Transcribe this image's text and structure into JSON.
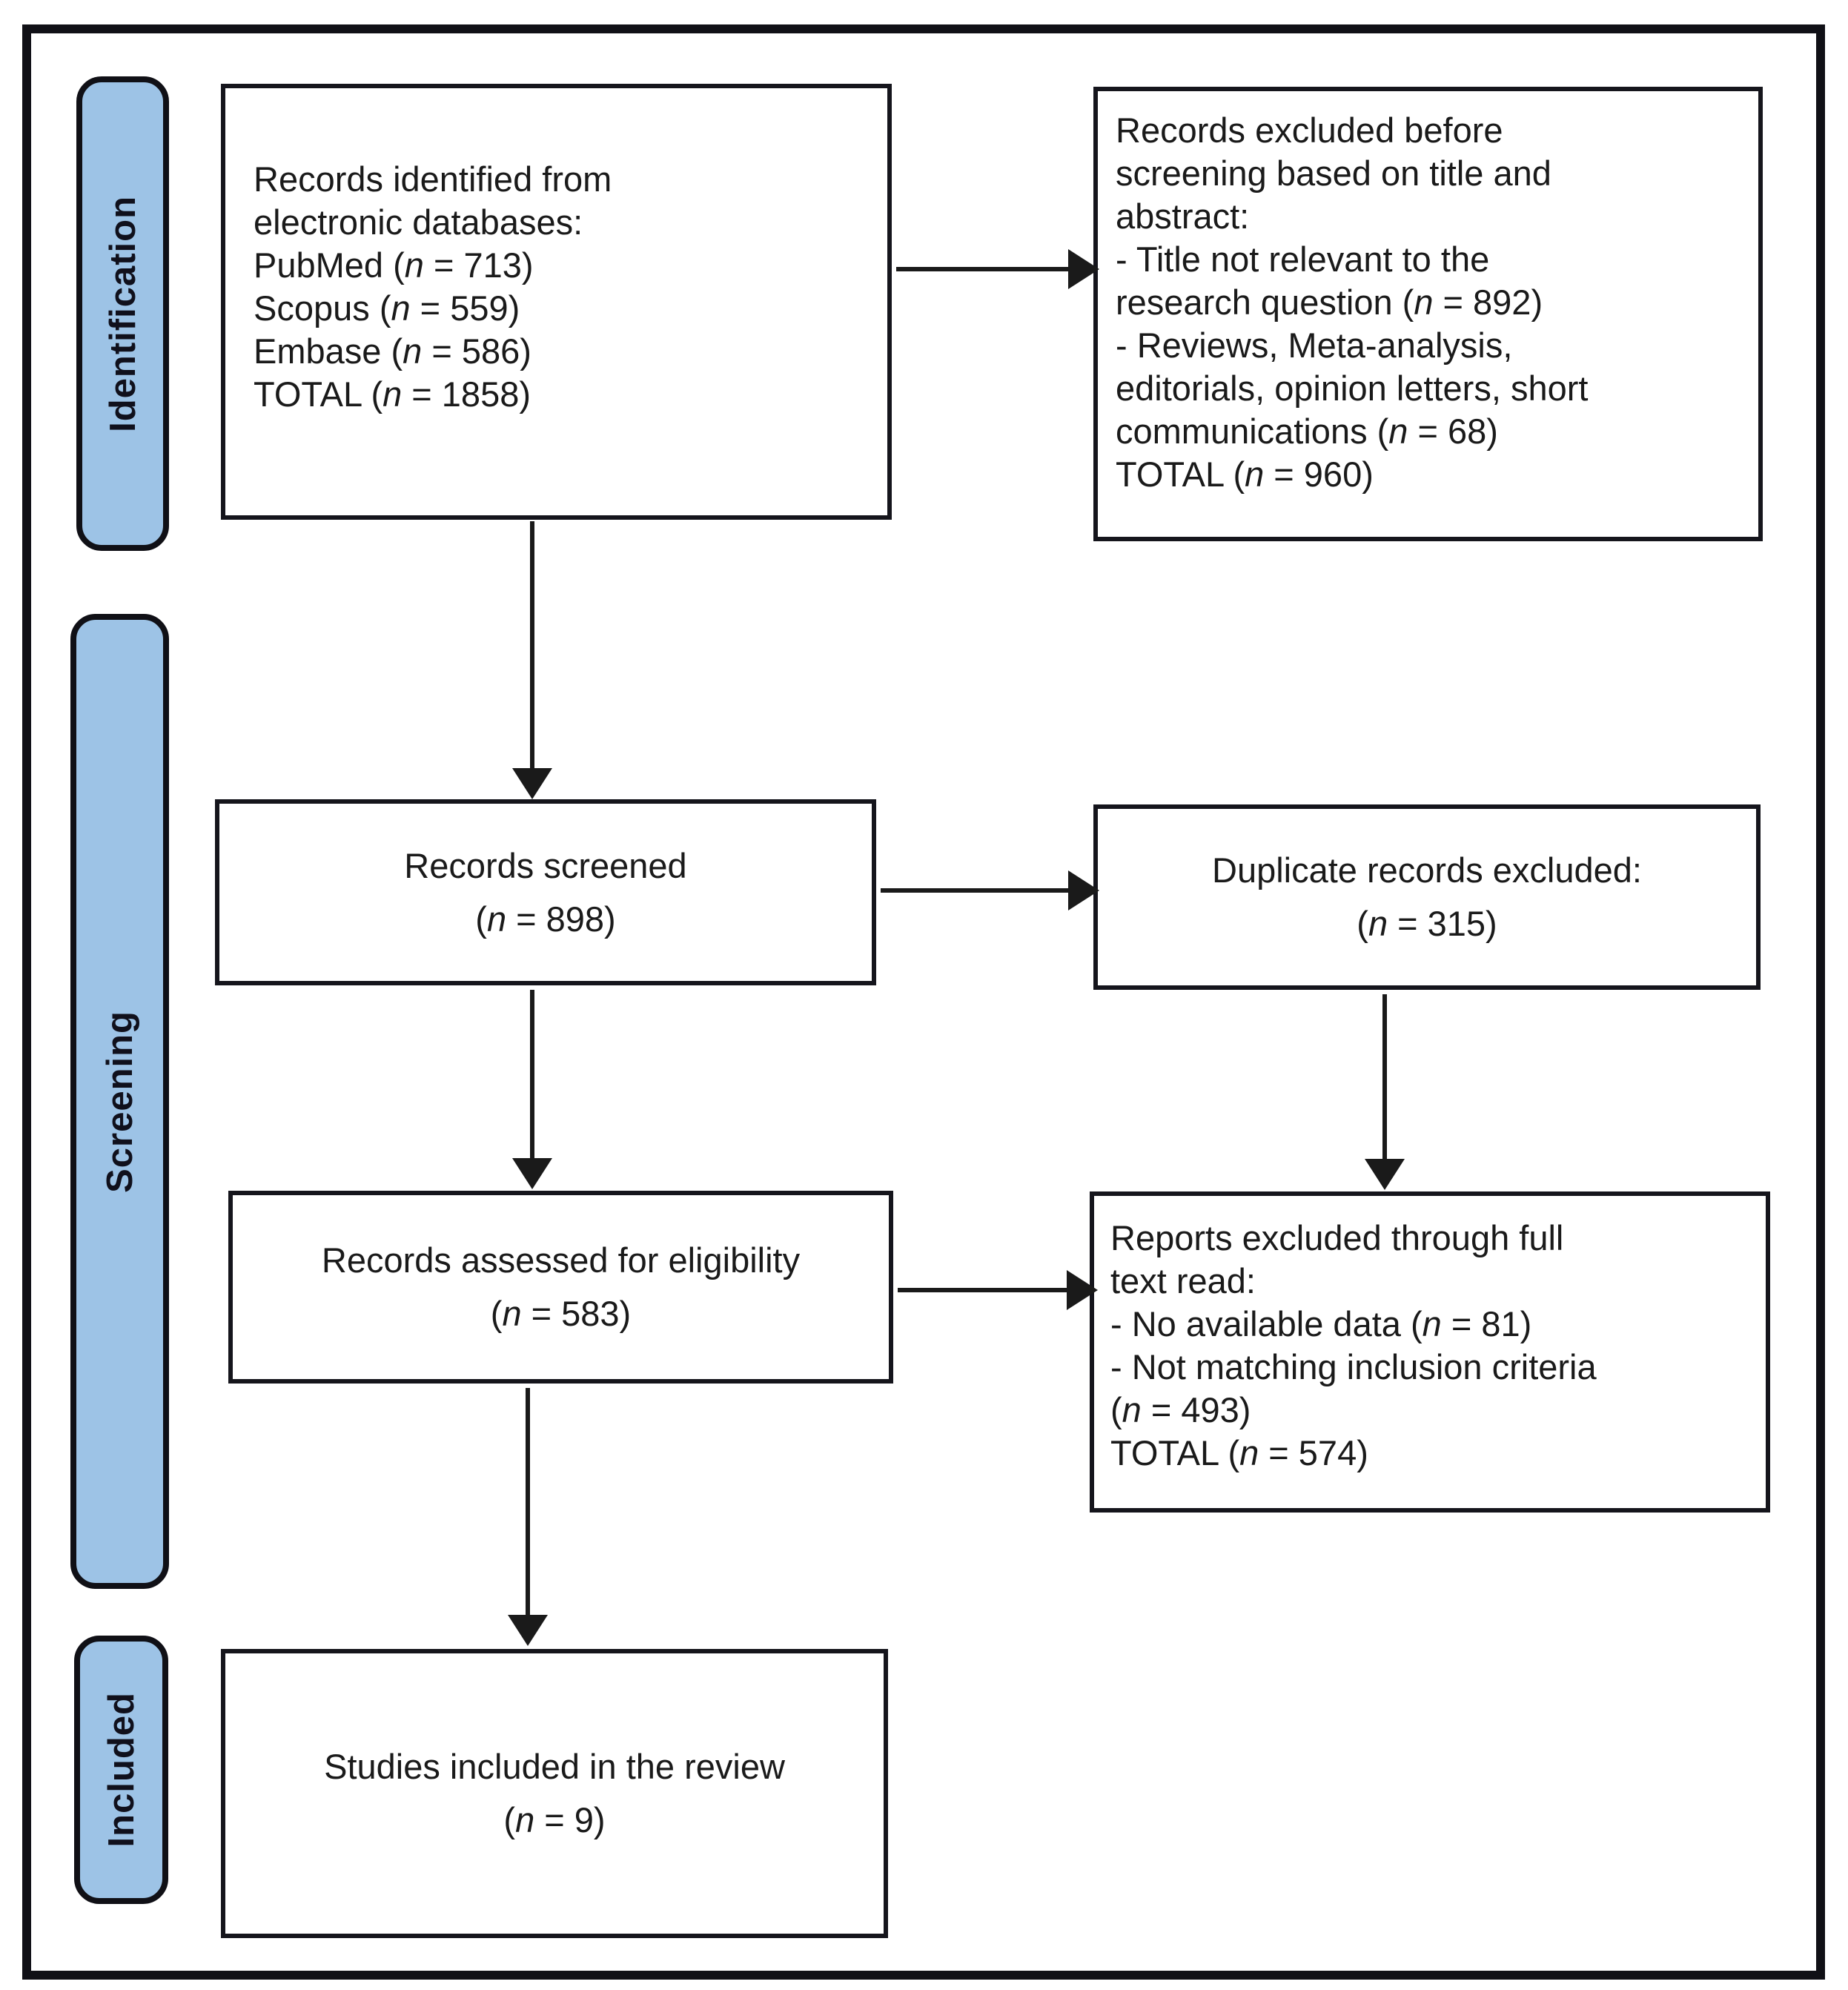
{
  "palette": {
    "stage_fill": "#9DC3E6",
    "ink": "#101016",
    "arrow": "#1a1a1a",
    "background": "#ffffff"
  },
  "stages": {
    "identification": "Identification",
    "screening": "Screening",
    "included": "Included"
  },
  "boxes": {
    "identified": {
      "lines": [
        {
          "pre": "Records identified from"
        },
        {
          "pre": "electronic databases:"
        },
        {
          "pre": "PubMed (",
          "n": "n",
          "post": " = 713)"
        },
        {
          "pre": "Scopus (",
          "n": "n",
          "post": " = 559)"
        },
        {
          "pre": "Embase (",
          "n": "n",
          "post": " = 586)"
        },
        {
          "pre": "TOTAL (",
          "n": "n",
          "post": " = 1858)"
        }
      ]
    },
    "excluded_before_screening": {
      "lines": [
        {
          "pre": "Records excluded before"
        },
        {
          "pre": "screening based on title and"
        },
        {
          "pre": "abstract:"
        },
        {
          "pre": "- Title not relevant to the"
        },
        {
          "pre": "research question (",
          "n": "n",
          "post": " = 892)"
        },
        {
          "pre": "- Reviews, Meta-analysis,"
        },
        {
          "pre": "editorials, opinion letters, short"
        },
        {
          "pre": "communications (",
          "n": "n",
          "post": " = 68)"
        },
        {
          "pre": "TOTAL (",
          "n": "n",
          "post": " = 960)"
        }
      ]
    },
    "screened": {
      "lines": [
        {
          "pre": "Records screened"
        },
        {
          "pre": "(",
          "n": "n",
          "post": " = 898)"
        }
      ]
    },
    "duplicates_excluded": {
      "lines": [
        {
          "pre": "Duplicate records excluded:"
        },
        {
          "pre": "(",
          "n": "n",
          "post": " = 315)"
        }
      ]
    },
    "assessed": {
      "lines": [
        {
          "pre": "Records assessed for eligibility"
        },
        {
          "pre": "(",
          "n": "n",
          "post": " = 583)"
        }
      ]
    },
    "excluded_full_text": {
      "lines": [
        {
          "pre": "Reports excluded through full"
        },
        {
          "pre": "text read:"
        },
        {
          "pre": "- No available data (",
          "n": "n",
          "post": " = 81)"
        },
        {
          "pre": "- Not matching inclusion criteria"
        },
        {
          "pre": "(",
          "n": "n",
          "post": " = 493)"
        },
        {
          "pre": "TOTAL (",
          "n": "n",
          "post": " = 574)"
        }
      ]
    },
    "included": {
      "lines": [
        {
          "pre": "Studies included in the review"
        },
        {
          "pre": "(",
          "n": "n",
          "post": " = 9)"
        }
      ]
    }
  },
  "counts": {
    "pubmed": 713,
    "scopus": 559,
    "embase": 586,
    "total_identified": 1858,
    "title_not_relevant": 892,
    "reviews_meta_editorials_letters_short_comms": 68,
    "total_excluded_before_screening": 960,
    "records_screened": 898,
    "duplicate_records_excluded": 315,
    "records_assessed_for_eligibility": 583,
    "no_available_data": 81,
    "not_matching_inclusion_criteria": 493,
    "total_excluded_full_text": 574,
    "studies_included_in_review": 9
  }
}
